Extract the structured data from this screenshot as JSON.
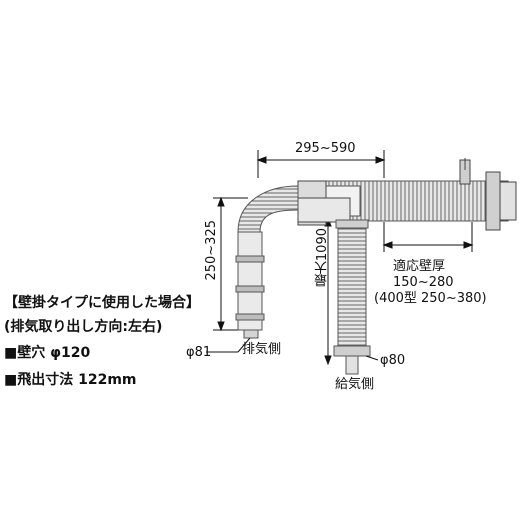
{
  "spec": {
    "title": "【壁掛タイプに使用した場合】",
    "direction": "(排気取り出し方向:左右)",
    "wall_hole": "■壁穴 φ120",
    "projection": "■飛出寸法 122mm"
  },
  "dimensions": {
    "horizontal_span": "295~590",
    "vertical_span": "250~325",
    "max_length": "最大1090",
    "wall_thickness_title": "適応壁厚",
    "wall_thickness_range": "150~280",
    "wall_thickness_400": "(400型 250~380)",
    "exhaust_diameter": "φ81",
    "exhaust_label": "排気側",
    "intake_diameter": "φ80",
    "intake_label": "給気側"
  },
  "colors": {
    "pipe_fill": "#e6e6e6",
    "pipe_dark": "#9a9a9a",
    "rib": "#555555",
    "line": "#111111"
  }
}
